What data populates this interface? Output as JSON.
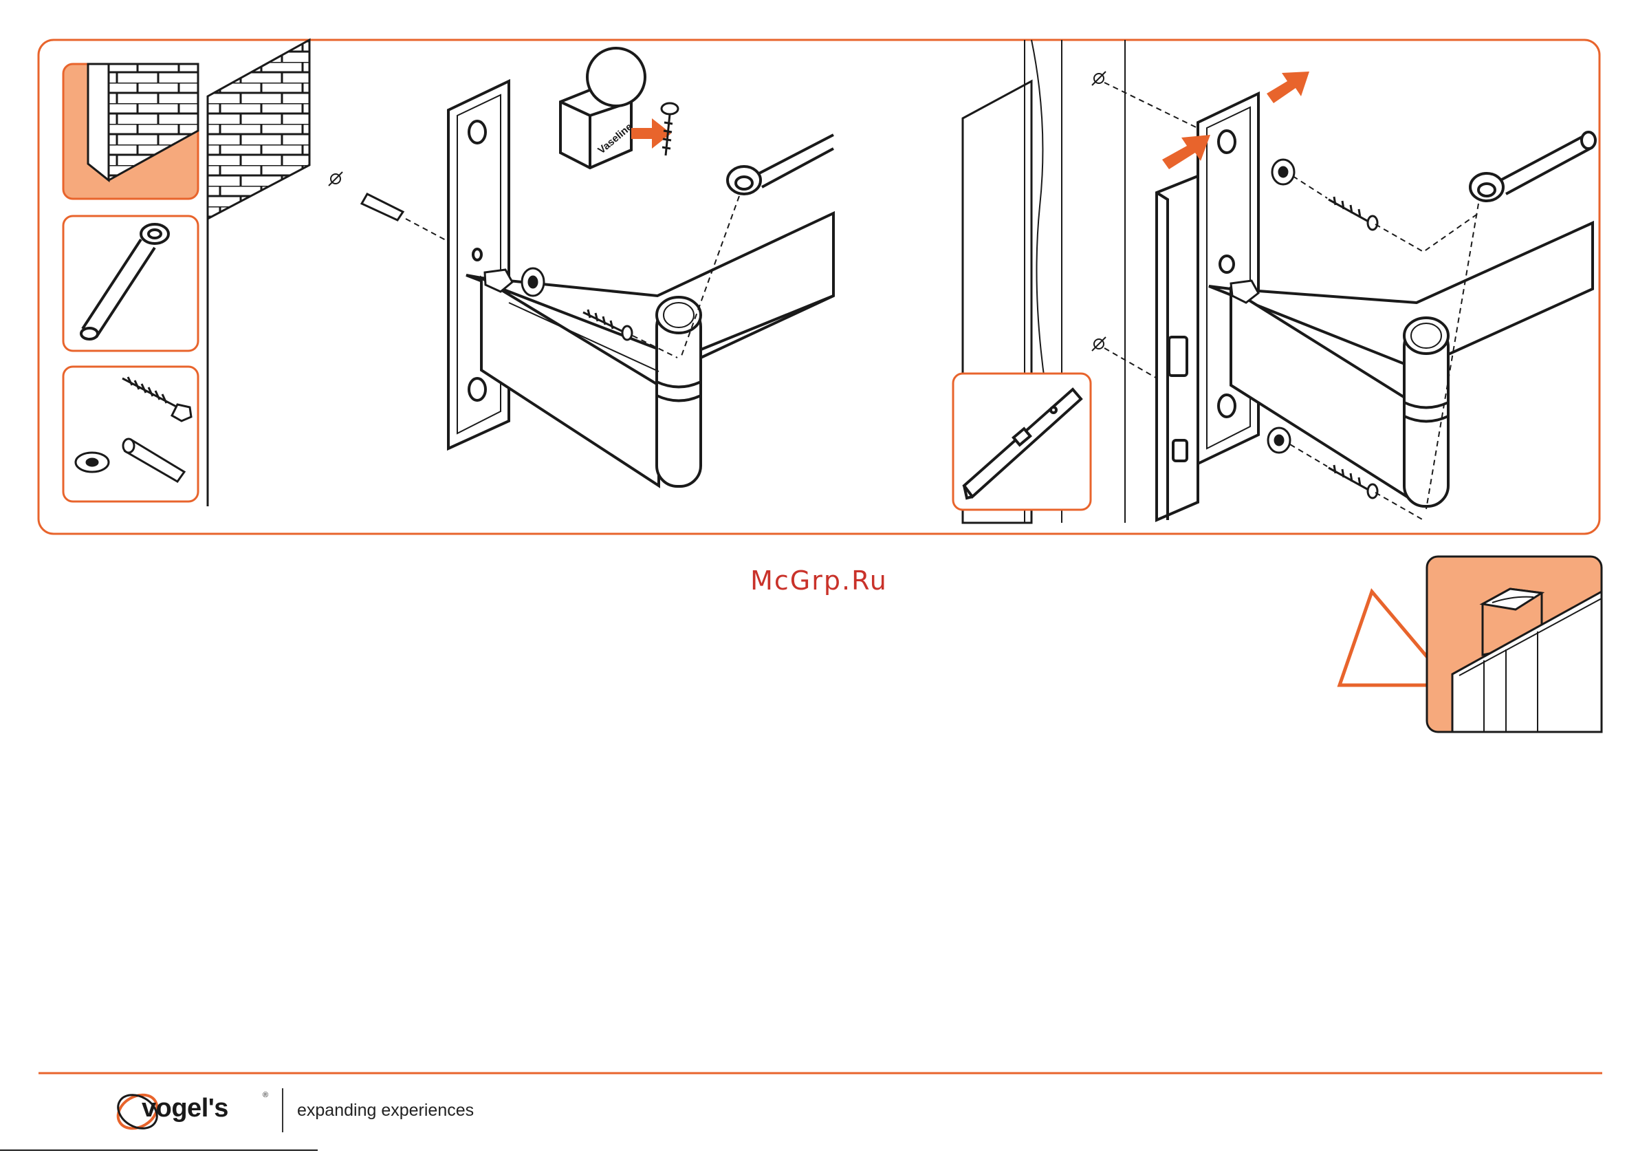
{
  "watermark": "McGrp.Ru",
  "product_label": "Vaseline",
  "brand": {
    "name": "vogel's",
    "registered_mark": "®",
    "tagline": "expanding experiences"
  },
  "colors": {
    "accent": "#e8642c",
    "accent_fill": "#f6a97c",
    "outline": "#1a1a1a",
    "panel_fill": "#ffffff"
  },
  "icons": [
    "brick-wall-icon",
    "socket-wrench-icon",
    "screw-icon",
    "washer-icon",
    "wall-plug-icon",
    "spirit-level-icon",
    "warning-triangle-icon",
    "wood-stud-icon",
    "arrow-icon"
  ]
}
